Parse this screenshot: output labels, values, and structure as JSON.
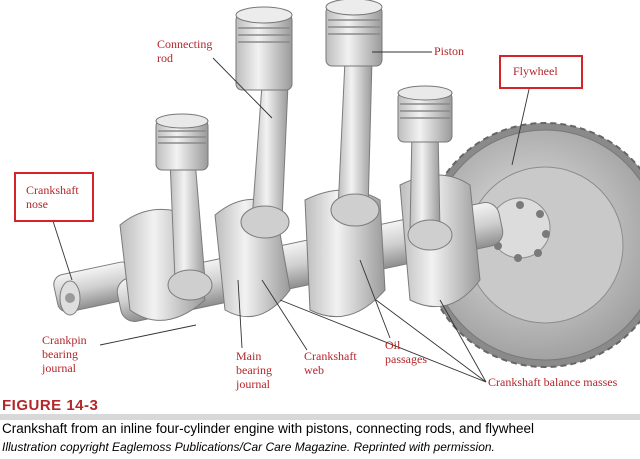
{
  "labels": {
    "connecting_rod_line1": "Connecting",
    "connecting_rod_line2": "rod",
    "piston": "Piston",
    "flywheel": "Flywheel",
    "crankshaft_nose_line1": "Crankshaft",
    "crankshaft_nose_line2": "nose",
    "crankpin_line1": "Crankpin",
    "crankpin_line2": "bearing",
    "crankpin_line3": "journal",
    "main_bearing_line1": "Main",
    "main_bearing_line2": "bearing",
    "main_bearing_line3": "journal",
    "crankshaft_web_line1": "Crankshaft",
    "crankshaft_web_line2": "web",
    "oil_passages_line1": "Oil",
    "oil_passages_line2": "passages",
    "balance_masses": "Crankshaft balance masses"
  },
  "figure": {
    "title": "FIGURE 14-3",
    "caption": "Crankshaft from an inline four-cylinder engine with pistons, connecting rods, and flywheel",
    "credit": "Illustration copyright Eaglemoss Publications/Car Care Magazine.  Reprinted with permission."
  },
  "colors": {
    "label_text": "#b3262a",
    "highlight_box": "#d8222a",
    "metal_light": "#e8e8e8",
    "metal_dark": "#a0a0a0"
  }
}
